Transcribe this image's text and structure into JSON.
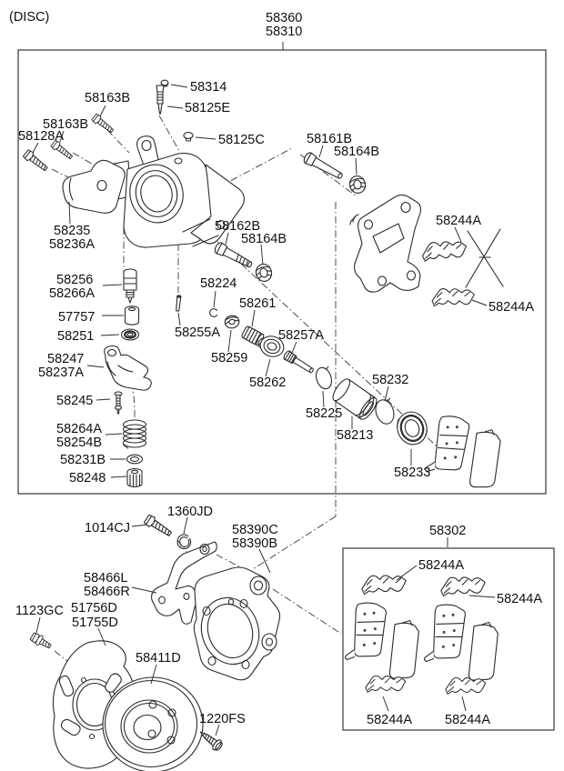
{
  "page": {
    "variant_label": "(DISC)"
  },
  "header": {
    "code_top": "58360",
    "code_bottom": "58310"
  },
  "colors": {
    "line": "#2b2b2b",
    "label": "#101010",
    "background": "#ffffff"
  },
  "callouts": {
    "c58314": "58314",
    "c58125E": "58125E",
    "c58163B_top": "58163B",
    "c58163B_left": "58163B",
    "c58128A": "58128A",
    "c58125C": "58125C",
    "c58161B": "58161B",
    "c58164B_top": "58164B",
    "c58235": "58235",
    "c58236A": "58236A",
    "c58162B": "58162B",
    "c58164B_mid": "58164B",
    "c58244A_carrier_top": "58244A",
    "c58244A_carrier_bottom": "58244A",
    "c58256": "58256",
    "c58266A": "58266A",
    "c57757": "57757",
    "c58251": "58251",
    "c58224": "58224",
    "c58261": "58261",
    "c58255A": "58255A",
    "c58259": "58259",
    "c58262": "58262",
    "c58257A": "58257A",
    "c58247": "58247",
    "c58237A": "58237A",
    "c58245": "58245",
    "c58232": "58232",
    "c58264A": "58264A",
    "c58254B": "58254B",
    "c58225": "58225",
    "c58213": "58213",
    "c58231B": "58231B",
    "c58248": "58248",
    "c58233": "58233",
    "c1360JD": "1360JD",
    "c1014CJ": "1014CJ",
    "c58390C": "58390C",
    "c58390B": "58390B",
    "c58466L": "58466L",
    "c58466R": "58466R",
    "c1123GC": "1123GC",
    "c51756D": "51756D",
    "c51755D": "51755D",
    "c58411D": "58411D",
    "c1220FS": "1220FS",
    "c58302": "58302",
    "c58244A_kit_tl": "58244A",
    "c58244A_kit_r": "58244A",
    "c58244A_kit_bl": "58244A",
    "c58244A_kit_br": "58244A"
  }
}
